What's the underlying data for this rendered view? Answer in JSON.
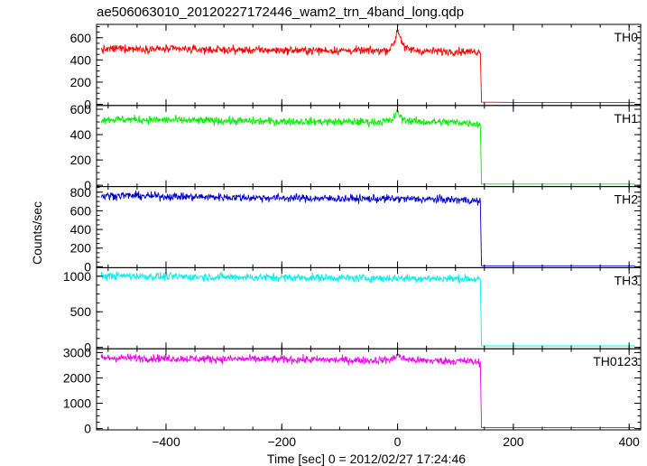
{
  "title": "ae506063010_20120227172446_wam2_trn_4band_long.qdp",
  "chart_data": {
    "type": "line",
    "title": "ae506063010_20120227172446_wam2_trn_4band_long.qdp",
    "xlabel": "Time [sec] 0 = 2012/02/27 17:24:46",
    "ylabel": "Counts/sec",
    "xlim": [
      -520,
      420
    ],
    "x_ticks": [
      -400,
      -200,
      0,
      200,
      400
    ],
    "x_tick_labels": [
      "−400",
      "−200",
      "0",
      "200",
      "400"
    ],
    "data_end_time": 145,
    "grid": false,
    "panels": [
      {
        "name": "TH0",
        "color": "#ff0000",
        "ylim": [
          -10,
          720
        ],
        "y_ticks": [
          0,
          200,
          400,
          600
        ],
        "points": [
          [
            -512,
            490
          ],
          [
            -480,
            505
          ],
          [
            -440,
            500
          ],
          [
            -400,
            498
          ],
          [
            -360,
            495
          ],
          [
            -320,
            492
          ],
          [
            -280,
            490
          ],
          [
            -240,
            488
          ],
          [
            -200,
            487
          ],
          [
            -160,
            485
          ],
          [
            -120,
            485
          ],
          [
            -80,
            484
          ],
          [
            -40,
            482
          ],
          [
            -15,
            490
          ],
          [
            -5,
            560
          ],
          [
            0,
            680
          ],
          [
            5,
            600
          ],
          [
            12,
            505
          ],
          [
            40,
            480
          ],
          [
            80,
            478
          ],
          [
            120,
            475
          ],
          [
            143,
            470
          ],
          [
            145,
            20
          ],
          [
            200,
            18
          ],
          [
            300,
            18
          ],
          [
            410,
            18
          ]
        ]
      },
      {
        "name": "TH1",
        "color": "#00ee00",
        "ylim": [
          -10,
          630
        ],
        "y_ticks": [
          0,
          200,
          400,
          600
        ],
        "points": [
          [
            -512,
            520
          ],
          [
            -480,
            520
          ],
          [
            -440,
            518
          ],
          [
            -400,
            515
          ],
          [
            -360,
            512
          ],
          [
            -320,
            510
          ],
          [
            -280,
            508
          ],
          [
            -240,
            505
          ],
          [
            -200,
            505
          ],
          [
            -160,
            503
          ],
          [
            -120,
            502
          ],
          [
            -80,
            500
          ],
          [
            -40,
            500
          ],
          [
            -10,
            510
          ],
          [
            0,
            580
          ],
          [
            8,
            520
          ],
          [
            40,
            500
          ],
          [
            80,
            500
          ],
          [
            120,
            495
          ],
          [
            143,
            480
          ],
          [
            145,
            10
          ],
          [
            200,
            10
          ],
          [
            300,
            10
          ],
          [
            410,
            10
          ]
        ]
      },
      {
        "name": "TH2",
        "color": "#0000cc",
        "ylim": [
          -10,
          860
        ],
        "y_ticks": [
          0,
          200,
          400,
          600,
          800
        ],
        "points": [
          [
            -512,
            760
          ],
          [
            -480,
            765
          ],
          [
            -440,
            760
          ],
          [
            -400,
            755
          ],
          [
            -360,
            750
          ],
          [
            -320,
            748
          ],
          [
            -280,
            745
          ],
          [
            -240,
            740
          ],
          [
            -200,
            738
          ],
          [
            -160,
            735
          ],
          [
            -120,
            732
          ],
          [
            -80,
            730
          ],
          [
            -40,
            728
          ],
          [
            0,
            730
          ],
          [
            40,
            725
          ],
          [
            80,
            720
          ],
          [
            120,
            715
          ],
          [
            143,
            700
          ],
          [
            145,
            10
          ],
          [
            200,
            10
          ],
          [
            300,
            10
          ],
          [
            410,
            10
          ]
        ]
      },
      {
        "name": "TH3",
        "color": "#00eeee",
        "ylim": [
          -20,
          1120
        ],
        "y_ticks": [
          0,
          500,
          1000
        ],
        "y_tick_labels": [
          "0",
          "500",
          "1000"
        ],
        "points": [
          [
            -512,
            1000
          ],
          [
            -480,
            1005
          ],
          [
            -440,
            1000
          ],
          [
            -400,
            995
          ],
          [
            -360,
            992
          ],
          [
            -320,
            990
          ],
          [
            -280,
            988
          ],
          [
            -240,
            985
          ],
          [
            -200,
            982
          ],
          [
            -160,
            980
          ],
          [
            -120,
            978
          ],
          [
            -80,
            975
          ],
          [
            -40,
            972
          ],
          [
            0,
            975
          ],
          [
            40,
            970
          ],
          [
            80,
            968
          ],
          [
            120,
            965
          ],
          [
            143,
            955
          ],
          [
            145,
            20
          ],
          [
            200,
            20
          ],
          [
            300,
            20
          ],
          [
            410,
            20
          ]
        ]
      },
      {
        "name": "TH0123",
        "color": "#ee00ee",
        "ylim": [
          -50,
          3150
        ],
        "y_ticks": [
          0,
          1000,
          2000,
          3000
        ],
        "y_tick_labels": [
          "0",
          "1000",
          "2000",
          "3000"
        ],
        "points": [
          [
            -512,
            2780
          ],
          [
            -480,
            2790
          ],
          [
            -440,
            2780
          ],
          [
            -400,
            2770
          ],
          [
            -360,
            2760
          ],
          [
            -320,
            2750
          ],
          [
            -280,
            2745
          ],
          [
            -240,
            2740
          ],
          [
            -200,
            2730
          ],
          [
            -160,
            2720
          ],
          [
            -120,
            2710
          ],
          [
            -80,
            2700
          ],
          [
            -40,
            2690
          ],
          [
            -10,
            2720
          ],
          [
            0,
            2920
          ],
          [
            8,
            2760
          ],
          [
            40,
            2680
          ],
          [
            80,
            2670
          ],
          [
            120,
            2660
          ],
          [
            143,
            2600
          ],
          [
            145,
            40
          ],
          [
            200,
            40
          ],
          [
            300,
            40
          ],
          [
            410,
            40
          ]
        ]
      }
    ]
  }
}
